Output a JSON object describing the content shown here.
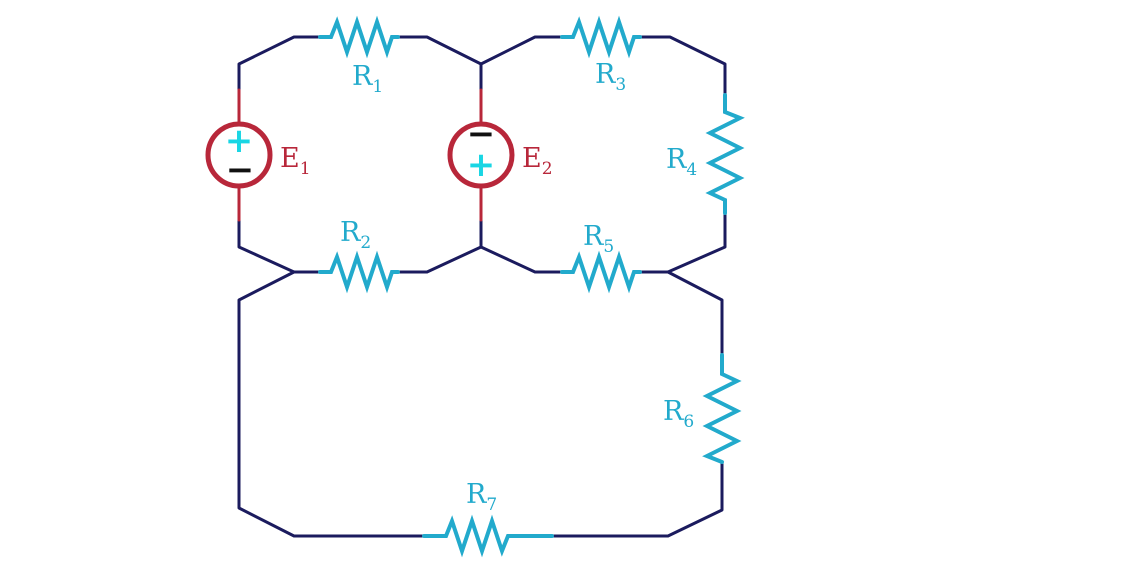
{
  "colors": {
    "wire": "#1b1b5e",
    "resistor": "#22aacc",
    "source": "#b8273a",
    "plus": "#19d6e4",
    "minus": "#111111"
  },
  "resistors": [
    {
      "letter": "R",
      "sub": "1"
    },
    {
      "letter": "R",
      "sub": "2"
    },
    {
      "letter": "R",
      "sub": "3"
    },
    {
      "letter": "R",
      "sub": "4"
    },
    {
      "letter": "R",
      "sub": "5"
    },
    {
      "letter": "R",
      "sub": "6"
    },
    {
      "letter": "R",
      "sub": "7"
    }
  ],
  "sources": [
    {
      "letter": "E",
      "sub": "1",
      "plus": "+",
      "minus": "−"
    },
    {
      "letter": "E",
      "sub": "2",
      "plus": "+",
      "minus": "−"
    }
  ]
}
